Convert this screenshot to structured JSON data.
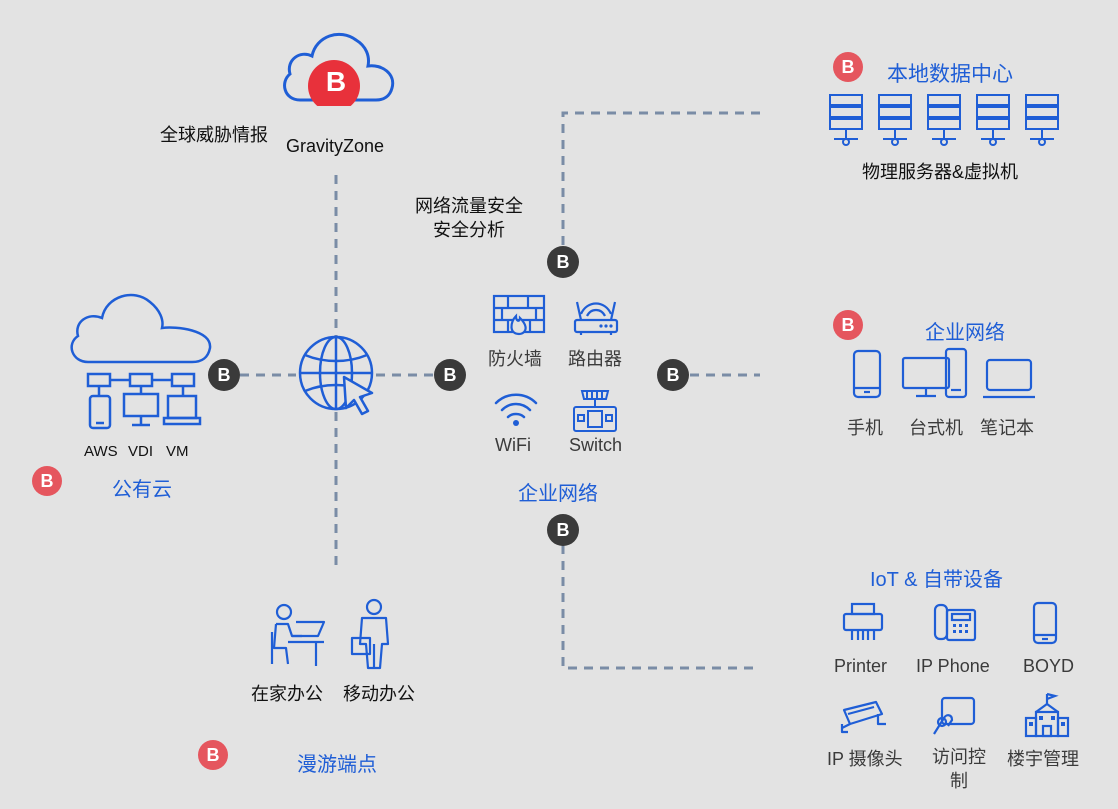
{
  "cloud_top": {
    "logo_letter": "B",
    "label_left": "全球威胁情报",
    "label_right": "GravityZone"
  },
  "traffic": {
    "line1": "网络流量安全",
    "line2": "安全分析"
  },
  "datacenter": {
    "title": "本地数据中心",
    "subtitle": "物理服务器&虚拟机"
  },
  "public_cloud": {
    "title": "公有云",
    "items": [
      "AWS",
      "VDI",
      "VM"
    ]
  },
  "enterprise_center": {
    "title": "企业网络",
    "items": [
      "防火墙",
      "路由器",
      "WiFi",
      "Switch"
    ]
  },
  "enterprise_right": {
    "title": "企业网络",
    "items": [
      "手机",
      "台式机",
      "笔记本"
    ]
  },
  "roaming": {
    "title": "漫游端点",
    "items": [
      "在家办公",
      "移动办公"
    ]
  },
  "iot": {
    "title": "IoT & 自带设备",
    "items": [
      "Printer",
      "IP Phone",
      "BOYD",
      "IP 摄像头",
      "访问控\n制",
      "楼宇管理"
    ]
  },
  "badge_letter": "B",
  "colors": {
    "icon_blue": "#1f5ed6",
    "badge_dark": "#3a3a3a",
    "badge_red": "#e5565e",
    "cloud_red": "#e8313b",
    "line": "#7a8ca6",
    "background": "#e3e3e3"
  }
}
